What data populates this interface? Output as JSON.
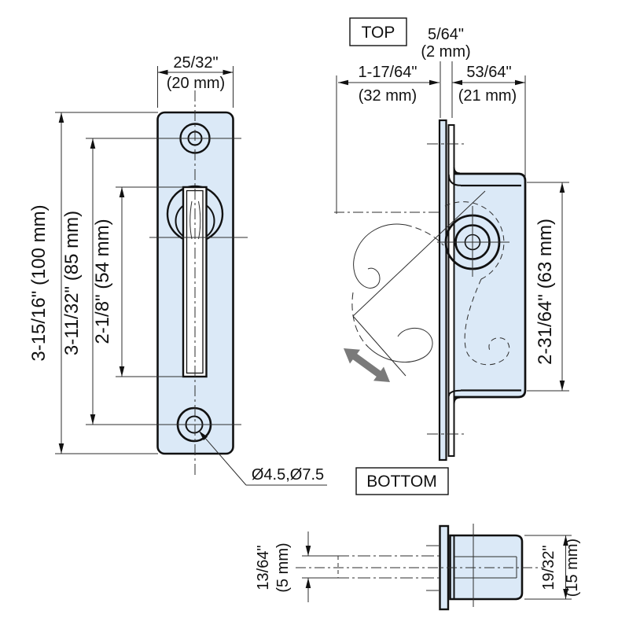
{
  "drawing": {
    "view_labels": {
      "top": "TOP",
      "bottom": "BOTTOM"
    },
    "front": {
      "width_in": "25/32\"",
      "width_mm": "(20 mm)",
      "height": "3-15/16\" (100 mm)",
      "hole_spacing": "3-11/32\" (85 mm)",
      "slot_length": "2-1/8\" (54 mm)",
      "hole_diameters": "Ø4.5,Ø7.5"
    },
    "side": {
      "plate_thickness_in": "5/64\"",
      "plate_thickness_mm": "(2 mm)",
      "depth_in": "1-17/64\"",
      "depth_mm": "(32 mm)",
      "case_depth_in": "53/64\"",
      "case_depth_mm": "(21 mm)",
      "case_height": "2-31/64\" (63 mm)"
    },
    "bottom_view": {
      "slot_width_in": "13/64\"",
      "slot_width_mm": "(5 mm)",
      "body_height_in": "19/32\"",
      "body_height_mm": "(15 mm)"
    },
    "colors": {
      "part_fill": "#dbe9f7",
      "line": "#111111",
      "swing_arrow_gray": "#7a7a7a"
    }
  }
}
